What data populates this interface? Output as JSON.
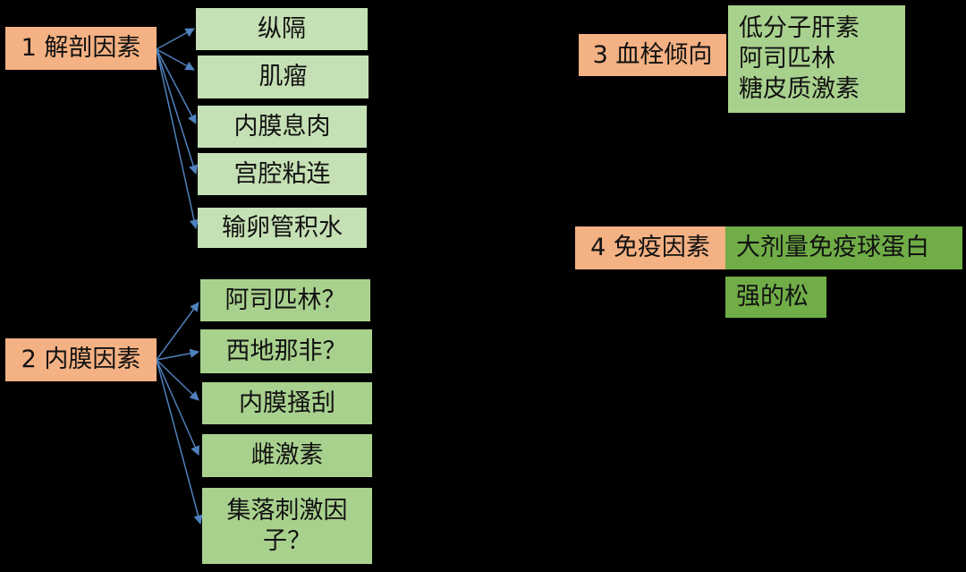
{
  "colors": {
    "background": "#000000",
    "category": "#F4B183",
    "item_light": "#C5E0B4",
    "item_mid": "#A9D18E",
    "item_dark": "#70AD47",
    "arrow": "#4F81BD"
  },
  "group1": {
    "label": "1 解剖因素",
    "items": [
      "纵隔",
      "肌瘤",
      "内膜息肉",
      "宫腔粘连",
      "输卵管积水"
    ]
  },
  "group2": {
    "label": "2 内膜因素",
    "items": [
      "阿司匹林？",
      "西地那非？",
      "内膜搔刮",
      "雌激素",
      "集落刺激因子？"
    ]
  },
  "group3": {
    "label": "3 血栓倾向",
    "items": [
      "低分子肝素",
      "阿司匹林",
      "糖皮质激素"
    ]
  },
  "group4": {
    "label": "4 免疫因素",
    "items": [
      "大剂量免疫球蛋白",
      "强的松"
    ]
  }
}
